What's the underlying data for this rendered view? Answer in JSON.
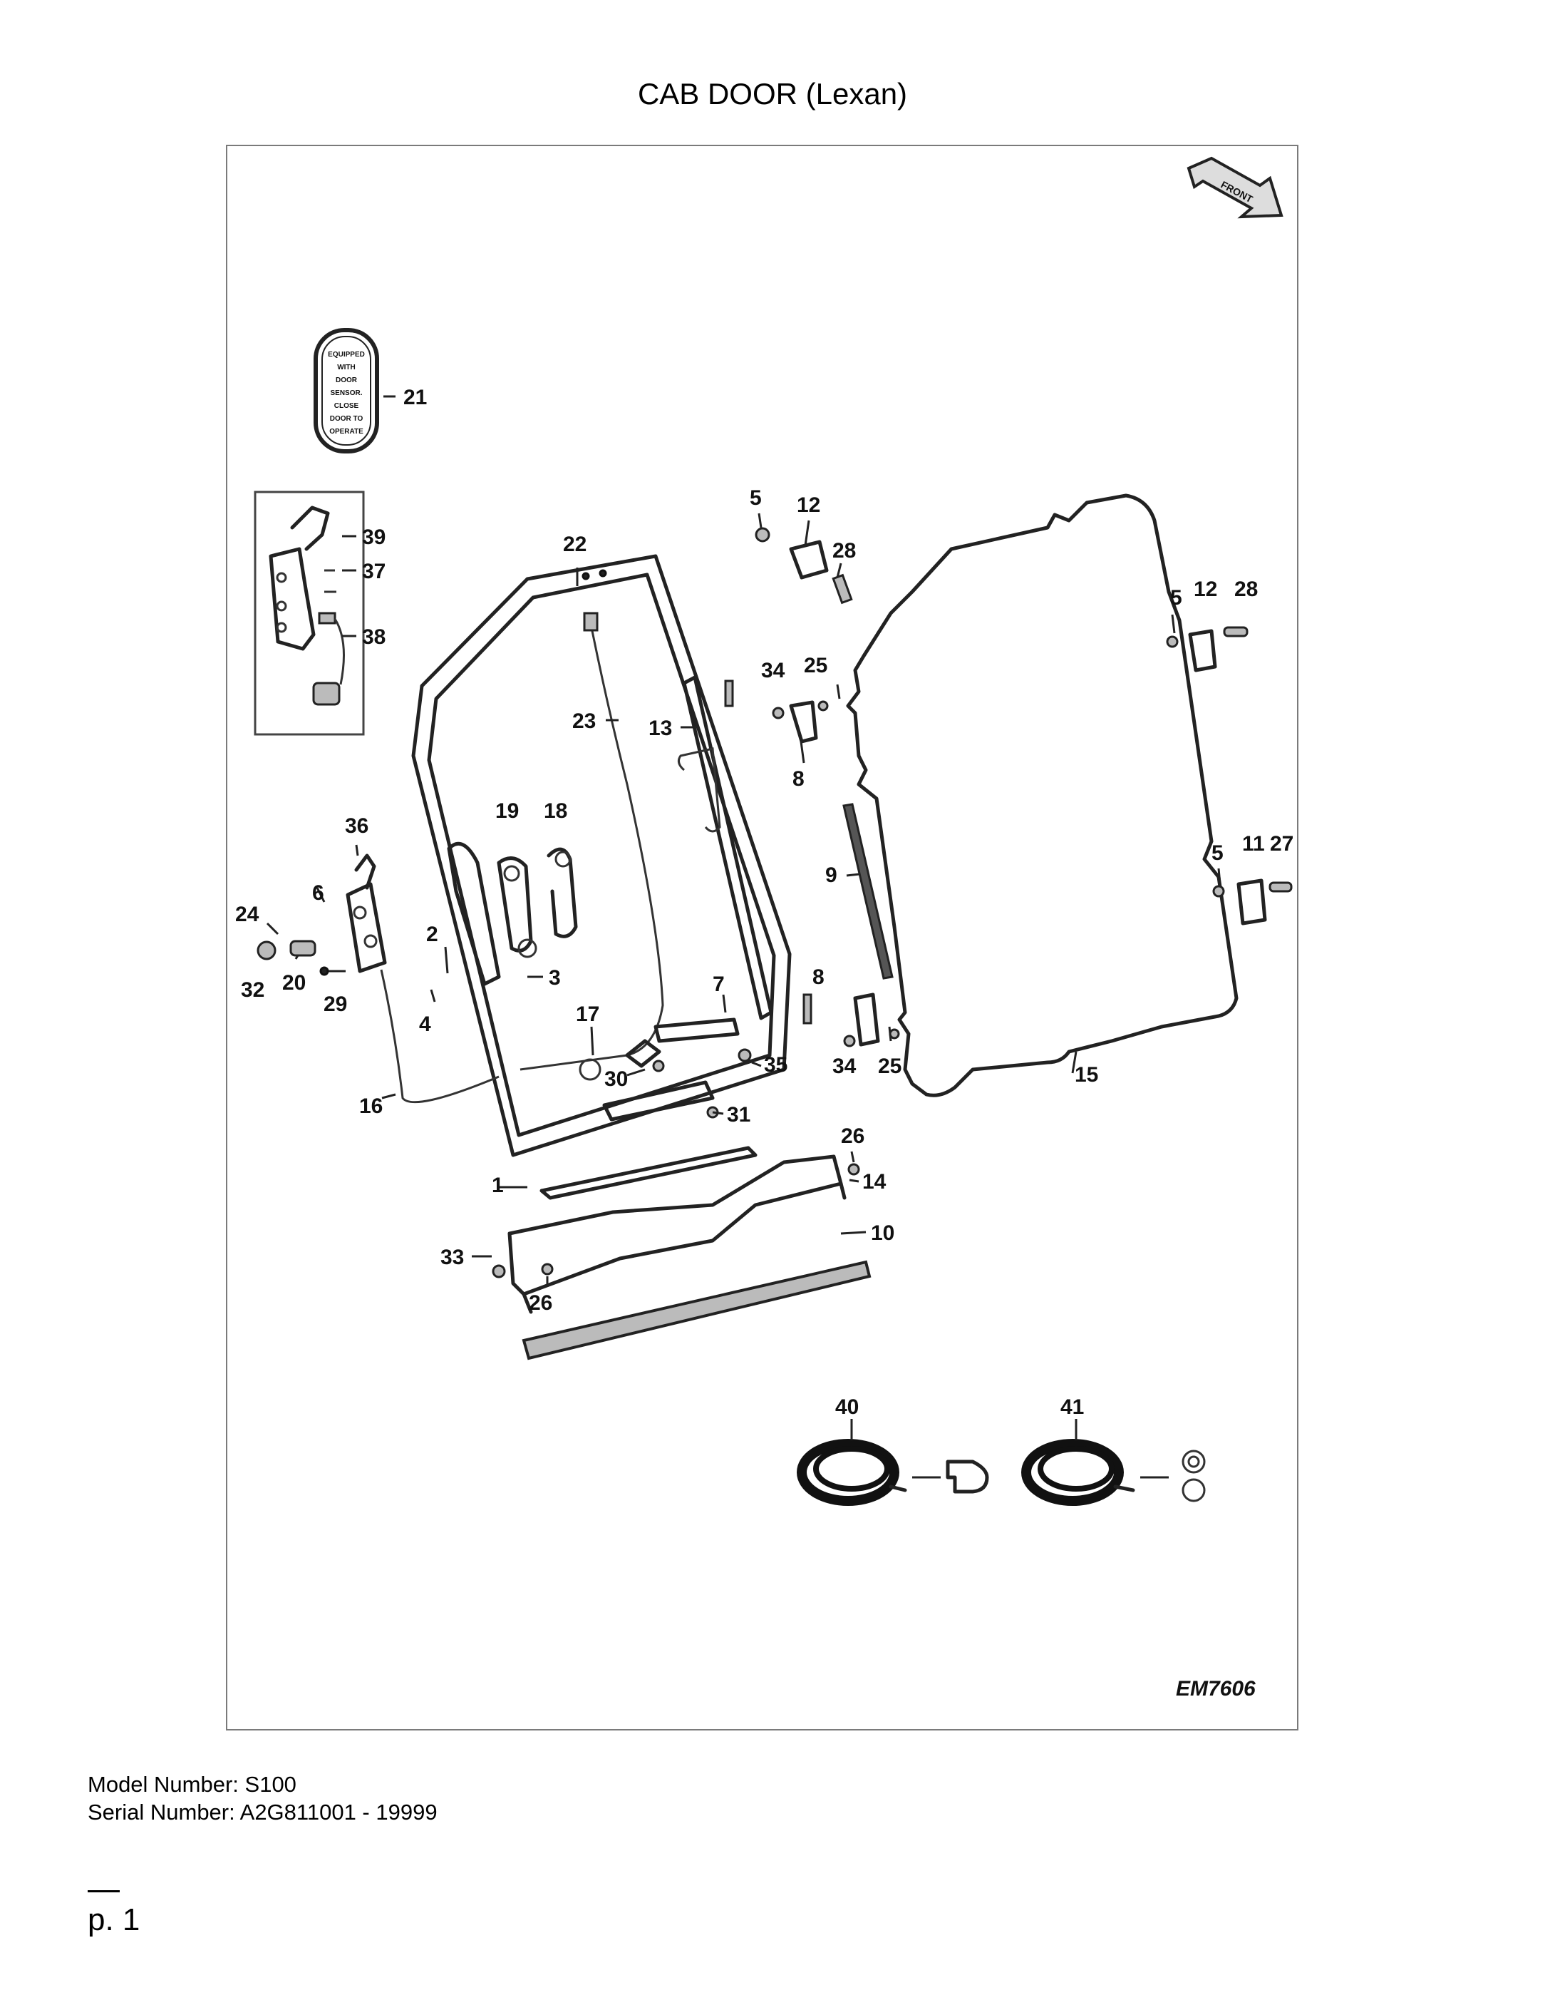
{
  "title": "CAB DOOR (Lexan)",
  "diagram_id": "EM7606",
  "front_arrow_label": "FRONT",
  "decal_text": [
    "EQUIPPED",
    "WITH",
    "DOOR",
    "SENSOR.",
    "CLOSE",
    "DOOR TO",
    "OPERATE"
  ],
  "part_labels": {
    "p1": "1",
    "p2": "2",
    "p3": "3",
    "p4": "4",
    "p5a": "5",
    "p5b": "5",
    "p5c": "5",
    "p6": "6",
    "p7": "7",
    "p8a": "8",
    "p8b": "8",
    "p9": "9",
    "p10": "10",
    "p11": "11",
    "p12a": "12",
    "p12b": "12",
    "p13": "13",
    "p14": "14",
    "p15": "15",
    "p16": "16",
    "p17": "17",
    "p18": "18",
    "p19": "19",
    "p20": "20",
    "p21": "21",
    "p22": "22",
    "p23": "23",
    "p24": "24",
    "p25a": "25",
    "p25b": "25",
    "p26a": "26",
    "p26b": "26",
    "p27": "27",
    "p28a": "28",
    "p28b": "28",
    "p29": "29",
    "p30": "30",
    "p31": "31",
    "p32": "32",
    "p33": "33",
    "p34a": "34",
    "p34b": "34",
    "p35": "35",
    "p36": "36",
    "p37": "37",
    "p38": "38",
    "p39": "39",
    "p40": "40",
    "p41": "41"
  },
  "model_number": "Model Number: S100",
  "serial_number": "Serial Number: A2G811001 - 19999",
  "page_label": "p. 1"
}
